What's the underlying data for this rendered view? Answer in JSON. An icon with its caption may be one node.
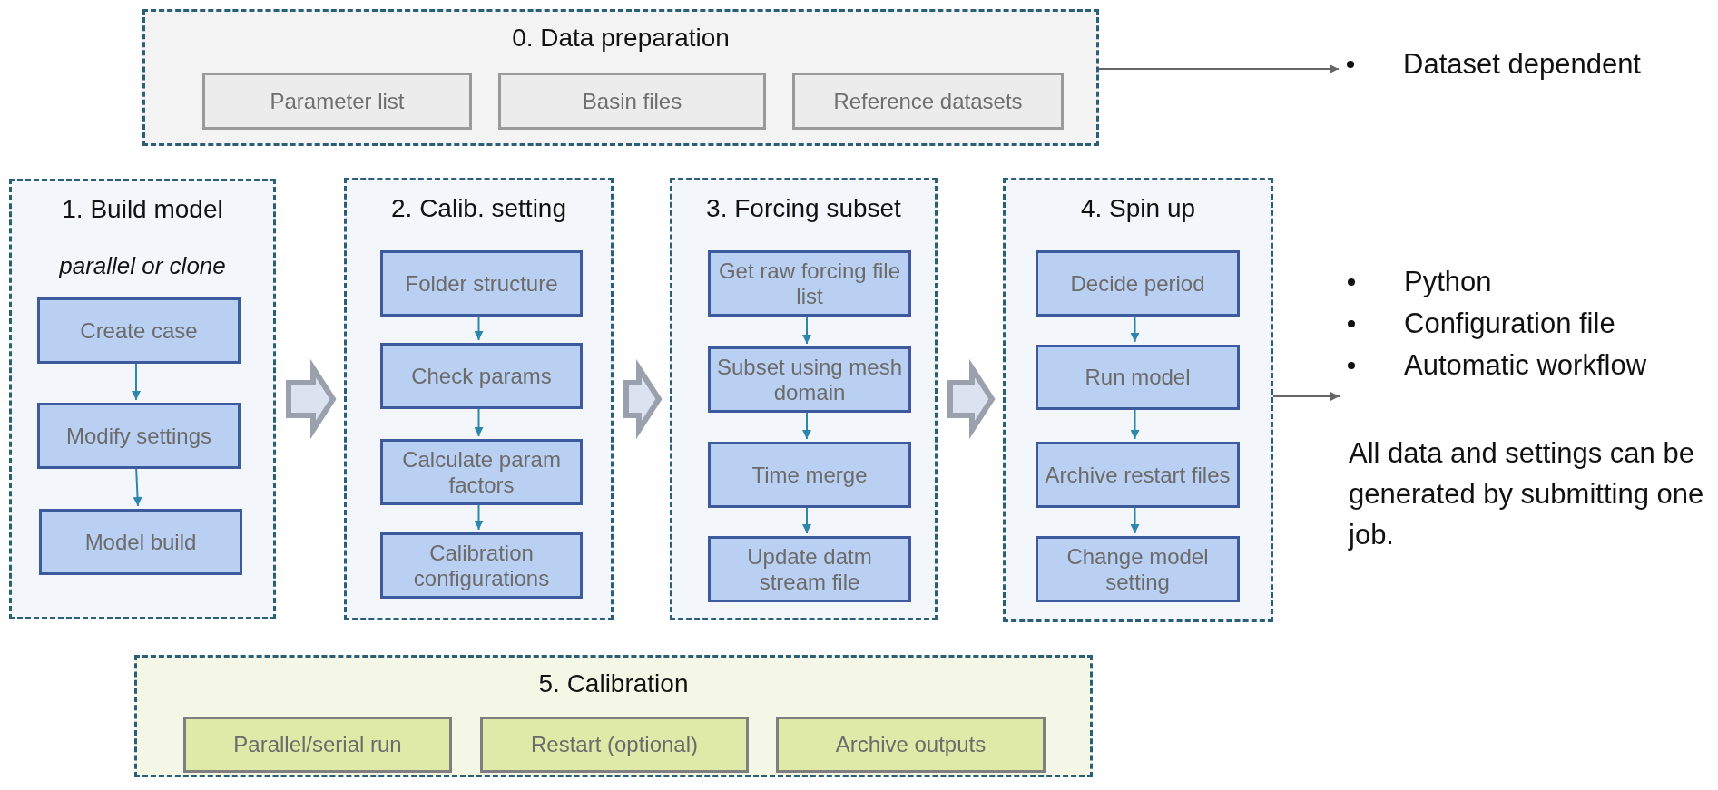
{
  "diagram": {
    "nodes": [
      {
        "text": [
          "0. Data preparation"
        ]
      },
      {
        "text": [
          "Parameter list"
        ],
        "in": 0
      },
      {
        "text": [
          "Basin files"
        ],
        "in": 0
      },
      {
        "text": [
          "Reference datasets"
        ],
        "in": 0
      },
      {
        "text": [
          "Dataset dependent"
        ]
      },
      {
        "text": [
          "1. Build model",
          "parallel or clone"
        ]
      },
      {
        "text": [
          "Create case"
        ],
        "in": 5
      },
      {
        "text": [
          "Modify settings"
        ],
        "in": 5
      },
      {
        "text": [
          "Model build"
        ],
        "in": 5
      },
      {
        "text": [
          "2. Calib. setting"
        ]
      },
      {
        "text": [
          "Folder structure"
        ],
        "in": 9
      },
      {
        "text": [
          "Check params"
        ],
        "in": 9
      },
      {
        "text": [
          "Calculate param factors"
        ],
        "in": 9
      },
      {
        "text": [
          "Calibration configurations"
        ],
        "in": 9
      },
      {
        "text": [
          "3. Forcing subset"
        ]
      },
      {
        "text": [
          "Get raw forcing file list"
        ],
        "in": 14
      },
      {
        "text": [
          "Subset using mesh domain"
        ],
        "in": 14
      },
      {
        "text": [
          "Time merge"
        ],
        "in": 14
      },
      {
        "text": [
          "Update datm stream file"
        ],
        "in": 14
      },
      {
        "text": [
          "4. Spin up"
        ]
      },
      {
        "text": [
          "Decide period"
        ],
        "in": 19
      },
      {
        "text": [
          "Run model"
        ],
        "in": 19
      },
      {
        "text": [
          "Archive restart files"
        ],
        "in": 19
      },
      {
        "text": [
          "Change model setting"
        ],
        "in": 19
      },
      {
        "text": [
          "Python",
          "Configuration file",
          "Automatic workflow"
        ]
      },
      {
        "text": [
          "5. Calibration"
        ]
      },
      {
        "text": [
          "Parallel/serial run"
        ],
        "in": 25
      },
      {
        "text": [
          "Restart (optional)"
        ],
        "in": 25
      },
      {
        "text": [
          "Archive outputs"
        ],
        "in": 25
      }
    ],
    "edges": [
      {
        "from": 0,
        "to": 4,
        "arrow": "to",
        "color": "#666666"
      },
      {
        "from": 6,
        "to": 7,
        "arrow": "to"
      },
      {
        "from": 7,
        "to": 8,
        "arrow": "to"
      },
      {
        "from": 10,
        "to": 11,
        "arrow": "to"
      },
      {
        "from": 11,
        "to": 12,
        "arrow": "to"
      },
      {
        "from": 12,
        "to": 13,
        "arrow": "to"
      },
      {
        "from": 15,
        "to": 16,
        "arrow": "to"
      },
      {
        "from": 16,
        "to": 17,
        "arrow": "to"
      },
      {
        "from": 17,
        "to": 18,
        "arrow": "to"
      },
      {
        "from": 20,
        "to": 21,
        "arrow": "to"
      },
      {
        "from": 21,
        "to": 22,
        "arrow": "to"
      },
      {
        "from": 22,
        "to": 23,
        "arrow": "to"
      },
      {
        "from": 5,
        "to": 9,
        "arrow": "to",
        "style": "thick",
        "color": "#9aa1ad"
      },
      {
        "from": 9,
        "to": 14,
        "arrow": "to",
        "style": "thick",
        "color": "#9aa1ad"
      },
      {
        "from": 14,
        "to": 19,
        "arrow": "to",
        "style": "thick",
        "color": "#9aa1ad"
      },
      {
        "from": 19,
        "to": 24,
        "arrow": "to",
        "color": "#666666"
      }
    ],
    "labels": [
      "All data and settings can be generated by submitting one job."
    ]
  }
}
